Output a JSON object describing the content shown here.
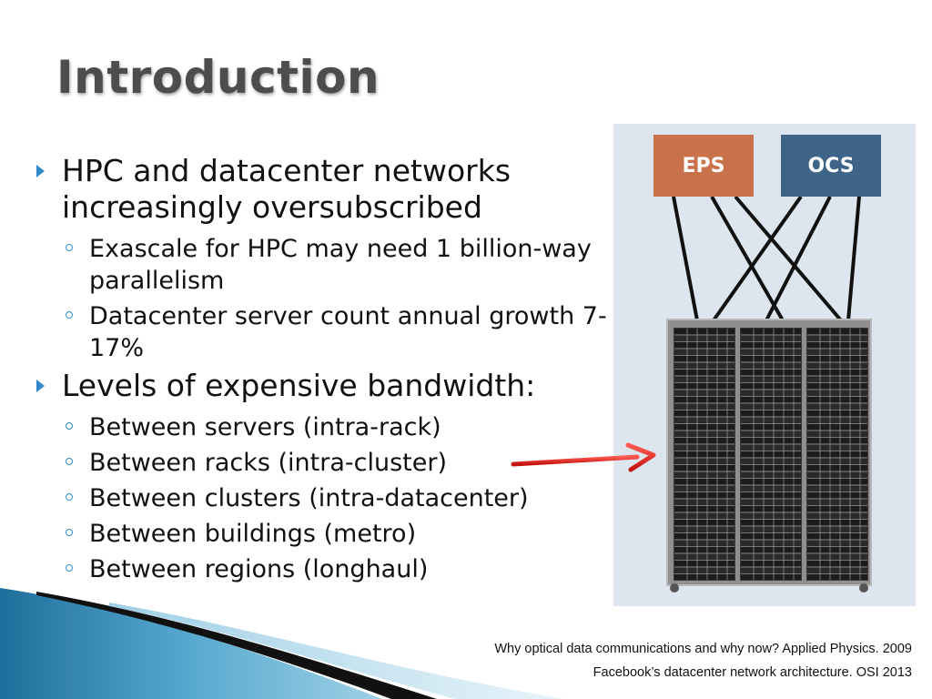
{
  "slide": {
    "title": "Introduction",
    "bullets": [
      {
        "text": "HPC and datacenter networks increasingly oversubscribed",
        "sub": [
          "Exascale for HPC may need 1 billion-way parallelism",
          "Datacenter server count annual growth 7-17%"
        ]
      },
      {
        "text": "Levels of expensive bandwidth:",
        "sub": [
          "Between servers (intra-rack)",
          "Between racks (intra-cluster)",
          "Between clusters (intra-datacenter)",
          "Between buildings (metro)",
          "Between regions (longhaul)"
        ]
      }
    ],
    "figure": {
      "eps_label": "EPS",
      "ocs_label": "OCS"
    },
    "references": [
      "Why optical data communications and why now? Applied Physics. 2009",
      "Facebook’s datacenter network architecture. OSI 2013"
    ]
  },
  "colors": {
    "bullet_marker": "#2e8bc7",
    "eps": "#c9714a",
    "ocs": "#3e6487",
    "arrow": "#e0201b",
    "figure_bg": "#dde6ee"
  }
}
